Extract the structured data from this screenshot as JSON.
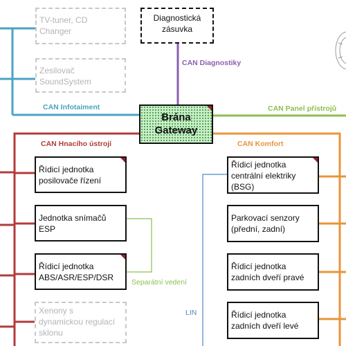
{
  "gateway": {
    "line1": "Brána",
    "line2": "Gateway"
  },
  "diagnostic_socket": {
    "line1": "Diagnostická",
    "line2": "zásuvka"
  },
  "buses": {
    "diagnostics": "CAN Diagnostiky",
    "infotainment": "CAN Infotaiment",
    "instrument_panel": "CAN Panel přístrojů",
    "powertrain": "CAN Hnacího ústrojí",
    "comfort": "CAN Komfort",
    "separate_line": "Separátní vedení",
    "lin": "LIN"
  },
  "infotainment_units": [
    {
      "line1": "TV-tuner, CD",
      "line2": "Changer"
    },
    {
      "line1": "Zesilovač",
      "line2": "SoundSystem"
    }
  ],
  "powertrain_units": [
    {
      "line1": "Řídicí jednotka",
      "line2": "posilovače řízení"
    },
    {
      "line1": "Jednotka snímačů",
      "line2": "ESP"
    },
    {
      "line1": "Řídicí jednotka",
      "line2": "ABS/ASR/ESP/DSR"
    }
  ],
  "xenon_unit": {
    "line1": "Xenony s",
    "line2": "dynamickou regulací",
    "line3": "sklonu"
  },
  "comfort_units": [
    {
      "line1": "Řídicí jednotka",
      "line2": "centrální elektriky",
      "line3": "(BSG)"
    },
    {
      "line1": "Parkovací senzory",
      "line2": "(přední, zadní)"
    },
    {
      "line1": "Řídicí jednotka",
      "line2": "zadních dveří pravé"
    },
    {
      "line1": "Řídicí jednotka",
      "line2": "zadních dveří levé"
    }
  ],
  "colors": {
    "infotainment": "#4aa3c4",
    "diagnostics": "#8a5fb0",
    "instrument_panel": "#8bbf4e",
    "powertrain": "#b23b3b",
    "comfort": "#e8943a",
    "separate_line": "#8bbf4e",
    "lin": "#4a86c4",
    "gateway_fill": "#c8f0c8"
  }
}
